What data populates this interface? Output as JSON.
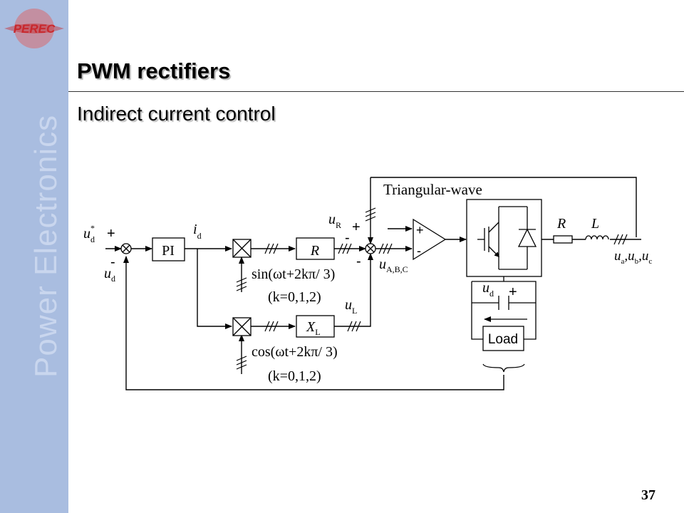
{
  "slide": {
    "title": "PWM rectifiers",
    "subtitle": "Indirect current control",
    "page_number": "37",
    "sidebar_text": "Power  Electronics",
    "logo_text": "PEREC"
  },
  "colors": {
    "sidebar": "#a9bde0",
    "logo": "#c8282d",
    "sidebar_text": "#c9d6ee"
  },
  "diagram": {
    "ud_ref_sym": "u",
    "ud_ref_sup": "*",
    "ud_ref_sub": "d",
    "ud_fb_sym": "u",
    "ud_fb_sub": "d",
    "sum1_plus": "+",
    "sum1_minus": "-",
    "pi_label": "PI",
    "id_sym": "i",
    "id_sub": "d",
    "r_block": "R",
    "xl_sym": "X",
    "xl_sub": "L",
    "sin_expr": "sin(ωt+2kπ/ 3)",
    "sin_k": "(k=0,1,2)",
    "cos_expr": "cos(ωt+2kπ/ 3)",
    "cos_k": "(k=0,1,2)",
    "ur_sym": "u",
    "ur_sub": "R",
    "ul_sym": "u",
    "ul_sub": "L",
    "sum2_plus": "+",
    "sum2_minus_r": "-",
    "sum2_minus_l": "-",
    "uabc_sym": "u",
    "uabc_sub": "A,B,C",
    "triangular_label": "Triangular-wave",
    "comp_plus": "+",
    "comp_minus": "-",
    "line_r": "R",
    "line_l": "L",
    "source_text": "u_a,u_b,u_c",
    "dc_ud_sym": "u",
    "dc_ud_sub": "d",
    "dc_plus": "+",
    "load_label": "Load"
  }
}
